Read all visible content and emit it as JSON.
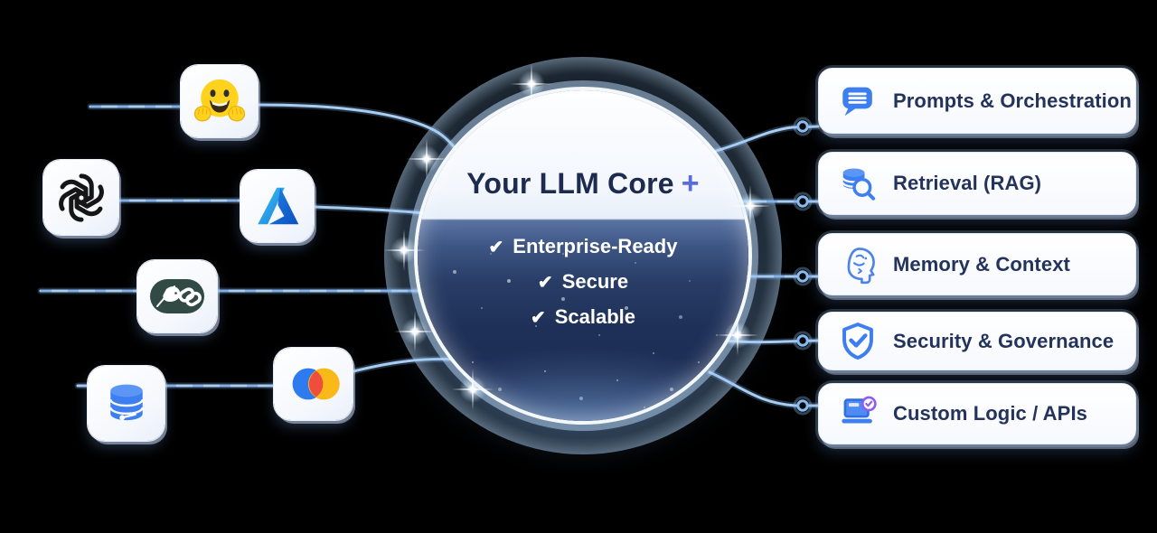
{
  "center": {
    "title": "Your LLM Core",
    "plus_sign": "+",
    "features": [
      {
        "check_glyph": "✔",
        "label": "Enterprise-Ready"
      },
      {
        "check_glyph": "✔",
        "label": "Secure"
      },
      {
        "check_glyph": "✔",
        "label": "Scalable"
      }
    ]
  },
  "providers": [
    {
      "icon": "hugging-face-logo"
    },
    {
      "icon": "openai-logo"
    },
    {
      "icon": "azure-logo"
    },
    {
      "icon": "langchain-logo"
    },
    {
      "icon": "database-logo"
    },
    {
      "icon": "venn-circles-logo"
    }
  ],
  "capabilities": [
    {
      "icon": "chat-bubble-icon",
      "label": "Prompts & Orchestration"
    },
    {
      "icon": "database-search-icon",
      "label": "Retrieval (RAG)"
    },
    {
      "icon": "head-brain-icon",
      "label": "Memory & Context"
    },
    {
      "icon": "shield-check-icon",
      "label": "Security & Governance"
    },
    {
      "icon": "laptop-check-icon",
      "label": "Custom Logic / APIs"
    }
  ],
  "colors": {
    "background": "#000000",
    "title_navy": "#1d2b50",
    "plus_blue": "#5a6be0",
    "card_text": "#24335c",
    "icon_blue": "#3d7ef0",
    "connector_blue": "#8fc0f0",
    "badge_purple": "#8b5cf6",
    "hf_yellow": "#ffd21e",
    "langchain_green": "#324a44",
    "venn_blue": "#2e7bf0",
    "venn_yellow": "#f9b918",
    "venn_red": "#ef4e3c"
  }
}
